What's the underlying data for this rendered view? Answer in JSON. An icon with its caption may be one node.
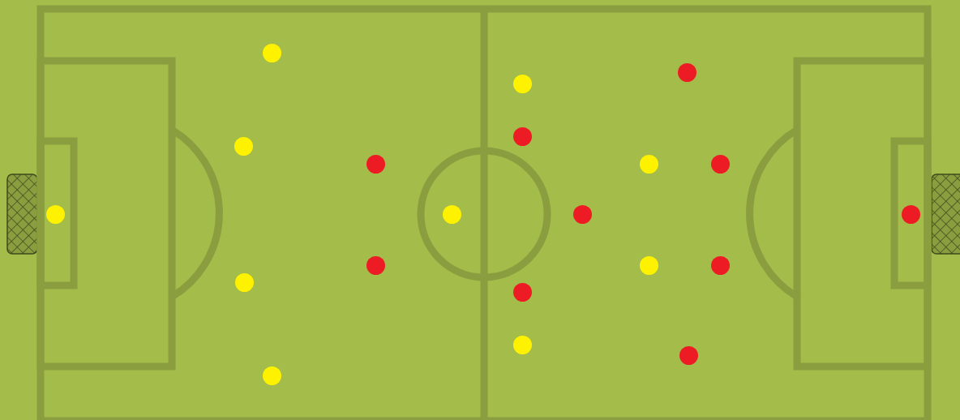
{
  "diagram": {
    "nodes": [
      {
        "text": [],
        "shape": "circle"
      },
      {
        "text": [],
        "shape": "circle"
      },
      {
        "text": [],
        "shape": "circle"
      },
      {
        "text": [],
        "shape": "circle"
      },
      {
        "text": [],
        "shape": "circle"
      },
      {
        "text": [],
        "shape": "circle"
      },
      {
        "text": [],
        "shape": "circle"
      },
      {
        "text": [],
        "shape": "circle"
      },
      {
        "text": [],
        "shape": "circle"
      },
      {
        "text": [],
        "shape": "circle"
      },
      {
        "text": [],
        "shape": "circle"
      },
      {
        "text": [],
        "shape": "circle"
      },
      {
        "text": [],
        "shape": "circle"
      },
      {
        "text": [],
        "shape": "circle"
      },
      {
        "text": [],
        "shape": "circle"
      },
      {
        "text": [],
        "shape": "circle"
      },
      {
        "text": [],
        "shape": "circle"
      },
      {
        "text": [],
        "shape": "circle"
      },
      {
        "text": [],
        "shape": "circle"
      },
      {
        "text": [],
        "shape": "circle"
      }
    ]
  }
}
